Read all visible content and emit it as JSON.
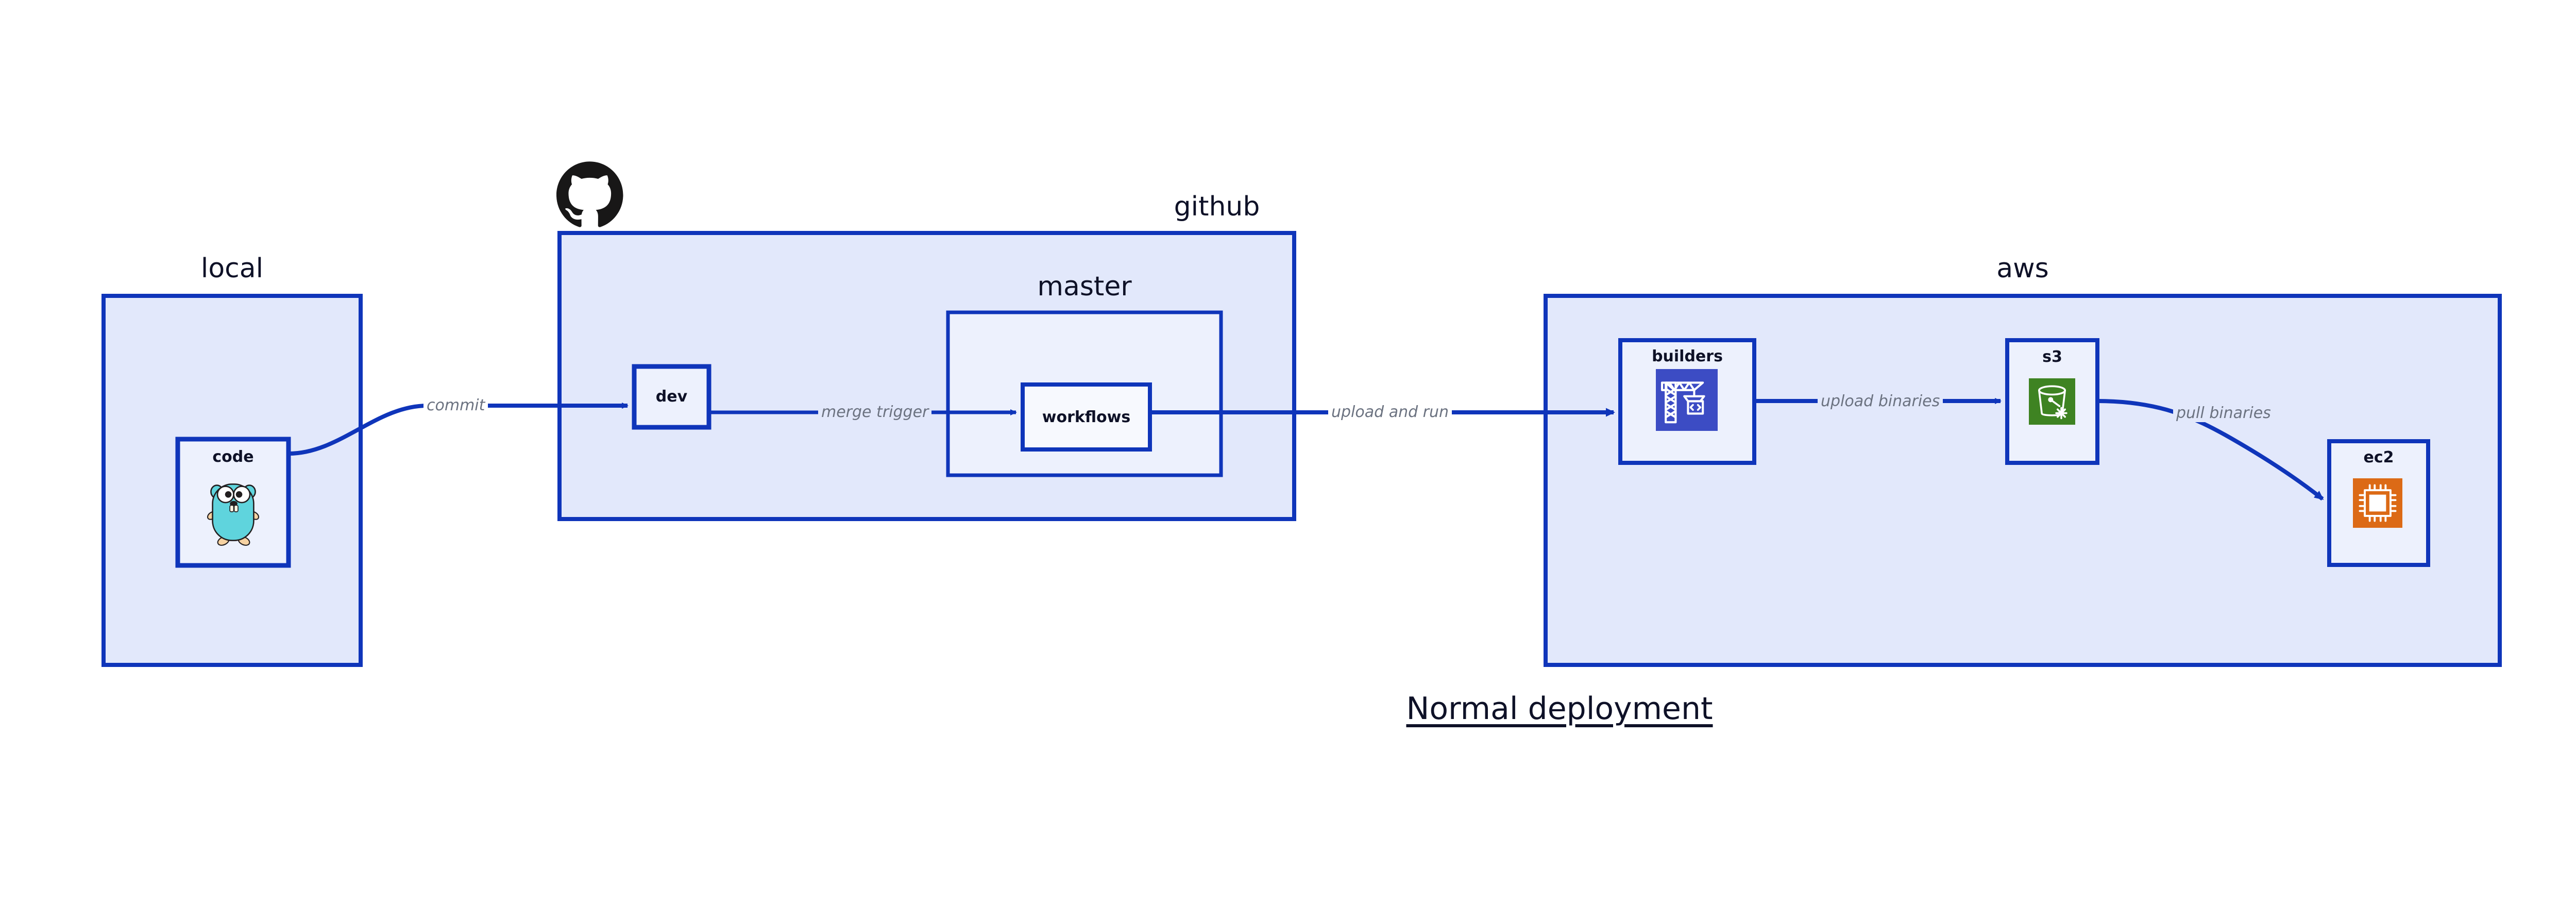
{
  "diagram": {
    "title": "Normal deployment",
    "colors": {
      "container_fill": "#e2e8fb",
      "node_fill": "#edf1fd",
      "stroke": "#0f35ba",
      "label_text": "#0e1127",
      "edge_label_text": "#6b7280",
      "builders_icon_bg": "#3c4cc4",
      "s3_icon_bg": "#3e8322",
      "ec2_icon_bg": "#dc6a16",
      "gopher_body": "#5fd4dd",
      "github_logo": "#181717",
      "page_bg": "#ffffff"
    },
    "groups": [
      {
        "id": "local",
        "label": "local"
      },
      {
        "id": "github",
        "label": "github"
      },
      {
        "id": "master",
        "label": "master"
      },
      {
        "id": "aws",
        "label": "aws"
      }
    ],
    "nodes": [
      {
        "id": "code",
        "label": "code",
        "group": "local",
        "icon": "go-gopher-icon"
      },
      {
        "id": "dev",
        "label": "dev",
        "group": "github",
        "icon": null
      },
      {
        "id": "workflows",
        "label": "workflows",
        "group": "master",
        "icon": null
      },
      {
        "id": "builders",
        "label": "builders",
        "group": "aws",
        "icon": "aws-crane-builders-icon"
      },
      {
        "id": "s3",
        "label": "s3",
        "group": "aws",
        "icon": "aws-s3-bucket-icon"
      },
      {
        "id": "ec2",
        "label": "ec2",
        "group": "aws",
        "icon": "aws-ec2-chip-icon"
      }
    ],
    "edges": [
      {
        "id": "code-dev",
        "from": "code",
        "to": "dev",
        "label": "commit",
        "style": "curved"
      },
      {
        "id": "dev-workflows",
        "from": "dev",
        "to": "workflows",
        "label": "merge trigger",
        "style": "straight"
      },
      {
        "id": "workflows-build",
        "from": "workflows",
        "to": "builders",
        "label": "upload and run",
        "style": "straight"
      },
      {
        "id": "builders-s3",
        "from": "builders",
        "to": "s3",
        "label": "upload binaries",
        "style": "straight"
      },
      {
        "id": "s3-ec2",
        "from": "s3",
        "to": "ec2",
        "label": "pull binaries",
        "style": "curved"
      }
    ],
    "icons": {
      "github_logo": "github-mark-icon",
      "gopher": "go-gopher-icon",
      "crane": "crane-icon",
      "bucket": "bucket-snowflake-icon",
      "chip": "cpu-chip-icon"
    }
  }
}
